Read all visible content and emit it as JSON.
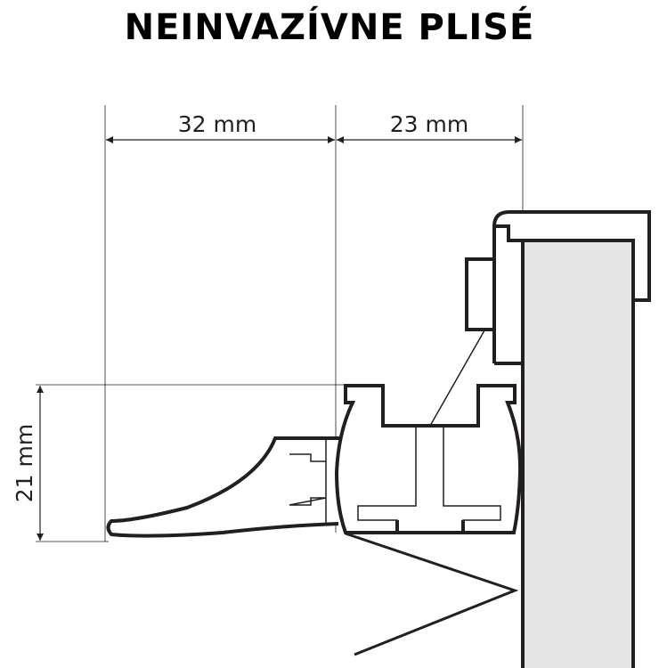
{
  "title": "NEINVAZÍVNE PLISÉ",
  "dimensions": {
    "width_left": "32 mm",
    "width_right": "23 mm",
    "height": "21 mm"
  },
  "colors": {
    "line": "#231f20",
    "frame_fill": "#e6e6e6"
  }
}
